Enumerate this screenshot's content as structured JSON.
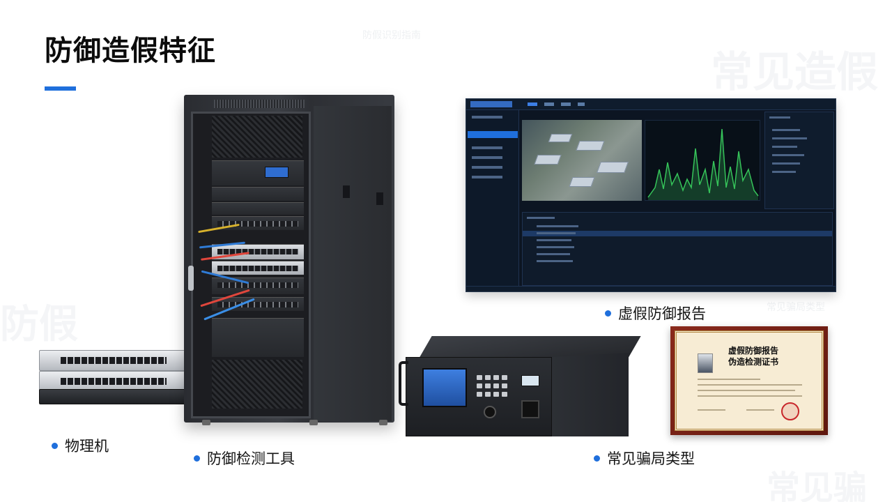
{
  "page": {
    "title": "防御造假特征",
    "accent_color": "#1f6fdc"
  },
  "watermarks": {
    "large": [
      "常见造假",
      "防假",
      "常见骗"
    ],
    "small": [
      "防假识别指南",
      "常见骗局类型"
    ]
  },
  "captions": {
    "physical_machine": "物理机",
    "detection_tool": "防御检测工具",
    "fake_report": "虚假防御报告",
    "common_scams": "常见骗局类型"
  },
  "certificate": {
    "title_line1": "虚假防御报告",
    "title_line2": "伪造检测证书"
  },
  "icons": {
    "bullet": "dot-icon",
    "rack": "server-rack-icon",
    "switch": "network-switch-icon",
    "device": "testing-device-icon",
    "certificate": "certificate-icon"
  }
}
